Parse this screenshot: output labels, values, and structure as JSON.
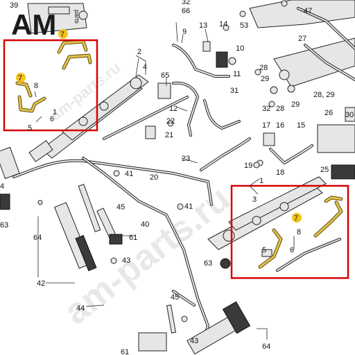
{
  "logo": {
    "text": "AM",
    "suffix": "parts"
  },
  "watermark": {
    "line1": "am-parts.ru",
    "line2": "am-parts.ru"
  },
  "colors": {
    "highlight": "#d40000",
    "callout_badge": "#f2c31b",
    "pipe_gold": "#e6c24a"
  },
  "callouts": {
    "c39": "39",
    "c32a": "32",
    "c66": "66",
    "c47": "47",
    "c9": "9",
    "c13": "13",
    "c14": "14",
    "c53": "53",
    "c27": "27",
    "c10": "10",
    "c11": "11",
    "c2": "2",
    "c4a": "4",
    "c65": "65",
    "c28a": "28",
    "c29a": "29",
    "c7a": "7",
    "c8a": "8",
    "c5a": "5",
    "c6a": "6",
    "c1a": "1",
    "c12": "12",
    "c31": "31",
    "c32b": "32",
    "c28b": "28",
    "c29b": "29",
    "c28c": "28, 29",
    "c26": "26",
    "c30": "30",
    "c22": "22",
    "c21": "21",
    "c17": "17",
    "c16": "16",
    "c15": "15",
    "c23": "23",
    "c19": "19",
    "c18": "18",
    "c25": "25",
    "c41a": "41",
    "c41b": "41",
    "c20": "20",
    "c4b": "4",
    "c63a": "63",
    "c45a": "45",
    "c40": "40",
    "c1b": "1",
    "c3": "3",
    "c7b": "7",
    "c8b": "8",
    "c5b": "5",
    "c6b": "6",
    "c64a": "64",
    "c61a": "61",
    "c43a": "43",
    "c63b": "63",
    "c42": "42",
    "c44": "44",
    "c45b": "45",
    "c43b": "43",
    "c61b": "61",
    "c64b": "64"
  }
}
